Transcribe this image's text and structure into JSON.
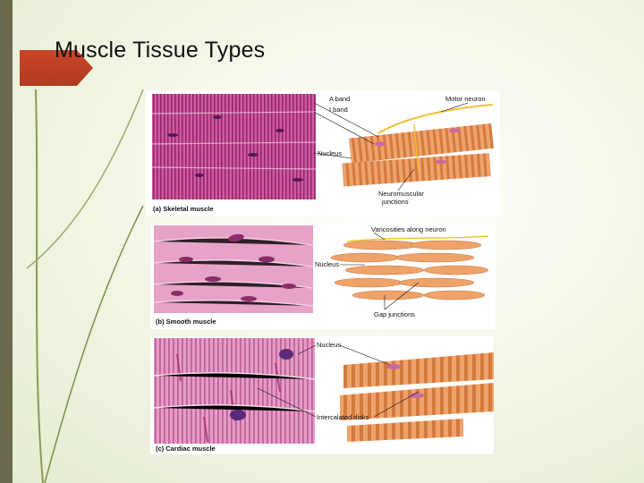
{
  "slide": {
    "title": "Muscle Tissue Types"
  },
  "panels": {
    "skeletal": {
      "caption": "(a) Skeletal muscle",
      "labels": {
        "a_band": "A band",
        "i_band": "I band",
        "nucleus": "Nucleus",
        "motor_neuron": "Motor neuron",
        "nmj": "Neuromuscular",
        "nmj2": "junctions"
      }
    },
    "smooth": {
      "caption": "(b) Smooth muscle",
      "labels": {
        "varicosities": "Varicosities along neuron",
        "nucleus": "Nucleus",
        "gap": "Gap junctions"
      }
    },
    "cardiac": {
      "caption": "(c) Cardiac muscle",
      "labels": {
        "nucleus": "Nucleus",
        "disks": "Intercalated disks"
      }
    }
  },
  "colors": {
    "accent": "#c9452a",
    "sidebar": "#6b6a4e",
    "micro_pink": "#c8438f",
    "fiber_orange": "#e8975c"
  }
}
